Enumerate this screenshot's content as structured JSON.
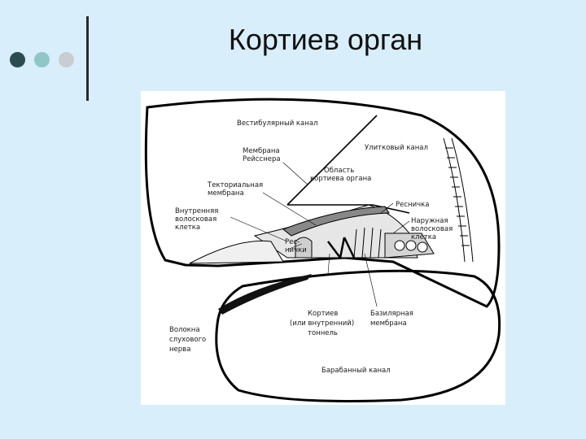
{
  "slide": {
    "title": "Кортиев орган",
    "bullet_colors": [
      "#2b4c4e",
      "#90c7c6",
      "#c9cdd0"
    ]
  },
  "diagram": {
    "labels": {
      "vestibular_canal": "Вестибулярный канал",
      "reissner_l1": "Мембрана",
      "reissner_l2": "Рейсснера",
      "cochlear_canal": "Улитковый канал",
      "organ_area_l1": "Область",
      "organ_area_l2": "кортиева органа",
      "tectorial_l1": "Текториальная",
      "tectorial_l2": "мембрана",
      "hairs_right": "Ресничка",
      "inner_hair_l1": "Внутренняя",
      "inner_hair_l2": "волосковая",
      "inner_hair_l3": "клетка",
      "hairs_inner_l1": "Рес-",
      "hairs_inner_l2": "нички",
      "outer_hair_l1": "Наружная",
      "outer_hair_l2": "волосковая",
      "outer_hair_l3": "клетка",
      "nerve_l1": "Волокна",
      "nerve_l2": "слухового",
      "nerve_l3": "нерва",
      "tunnel_l1": "Кортиев",
      "tunnel_l2": "(или внутренний)",
      "tunnel_l3": "тоннель",
      "basilar_l1": "Базилярная",
      "basilar_l2": "мембрана",
      "tympanic_canal": "Барабанный канал"
    }
  }
}
